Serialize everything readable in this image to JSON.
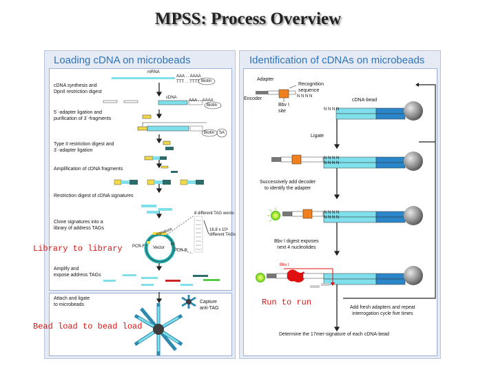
{
  "title": "MPSS: Process Overview",
  "left_panel": {
    "title": "Loading cDNA on microbeads",
    "steps": [
      "cDNA synthesis and\nDpnII restriction digest",
      "5´-adapter ligation and\npurification of 3´-fragments",
      "Type II restriction digest and\n3´-adapter ligation",
      "Amplification of cDNA fragments",
      "Restriction digest of cDNA signatures",
      "Clone signatures into a\nlibrary of address TAGs",
      "Amplify and\nexpose address TAGs",
      "Attach and ligate\nto microbeads"
    ],
    "labels": {
      "mrna": "mRNA",
      "cdna": "cDNA",
      "aaa": "AAA . . AAAA",
      "ttt": "TTT . . TTTT",
      "biotin": "Biotin",
      "sa": "SA",
      "tag_words": "8 different TAG words",
      "tag_count": "16.8 x 10⁶\ndifferent TAGs",
      "pcr_f": "PCR-F",
      "pcr_r": "PCR-R",
      "vector": "Vector",
      "signature": "signature",
      "capture": "Capture\nanti-TAG"
    }
  },
  "right_panel": {
    "title": "Identification of cDNAs on microbeads",
    "labels": {
      "adapter": "Adapter",
      "encoder": "Encoder",
      "recognition": "Recognition\nsequence",
      "bbvi_site": "Bbv I\nsite",
      "nnnn": "N N N N",
      "cdna_bead": "cDNA-bead",
      "ligate": "Ligate",
      "decoder": "Successively add decoder\nto identify the adapter",
      "digest": "Bbv I digest exposes\nnext 4 nucleotides",
      "bbvi": "Bbv I",
      "fresh": "Add fresh adapters and repeat\ninterrogation cycle five times",
      "determine": "Determine the 17mer-signature of each cDNA-bead"
    }
  },
  "annotations": {
    "library": "Library to library",
    "run": "Run to run",
    "bead": "Bead load to bead load"
  },
  "colors": {
    "panel_bg": "#e6eaf4",
    "cdna": "#7fe0ec",
    "cdna_dark": "#2a86c8",
    "adapter_orange": "#f07f1e",
    "annotation_red": "#e01010",
    "title_blue": "#2d74b9"
  }
}
